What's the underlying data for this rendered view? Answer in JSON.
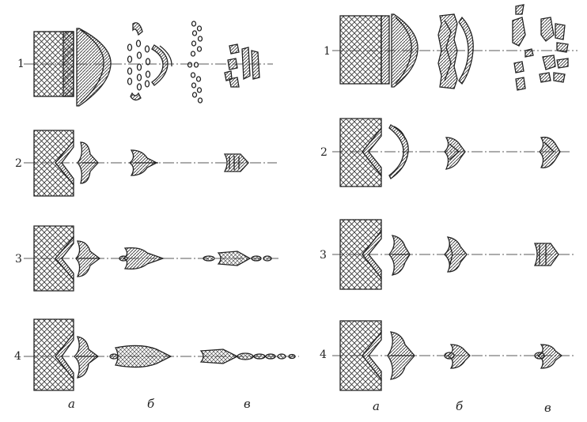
{
  "left_panel": {
    "row_labels": [
      "1",
      "2",
      "3",
      "4"
    ],
    "column_labels": [
      "а",
      "б",
      "в"
    ]
  },
  "right_panel": {
    "row_labels": [
      "1",
      "2",
      "3",
      "4"
    ],
    "column_labels": [
      "а",
      "б",
      "в"
    ]
  },
  "colors": {
    "ink": "#222222",
    "hatch": "#333333",
    "background": "#ffffff"
  }
}
